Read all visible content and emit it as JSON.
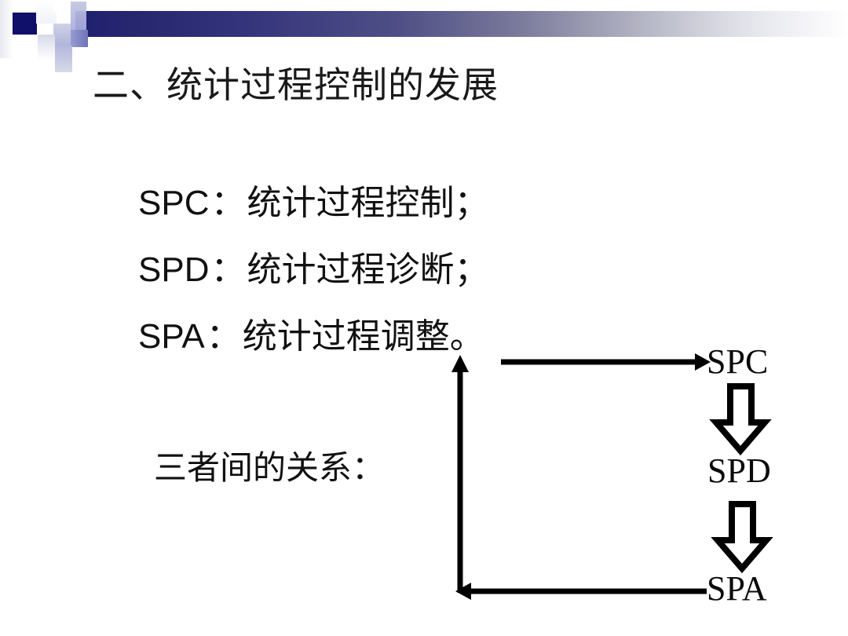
{
  "slide": {
    "title": "二、统计过程控制的发展",
    "background_color": "#ffffff",
    "header": {
      "gradient_from": "#1f1f72",
      "gradient_to": "#ffffff",
      "accent_square_color": "#10106b"
    },
    "definitions": [
      {
        "acronym": "SPC",
        "separator": "：",
        "meaning": "统计过程控制；"
      },
      {
        "acronym": "SPD",
        "separator": "：",
        "meaning": "统计过程诊断；"
      },
      {
        "acronym": "SPA",
        "separator": "：",
        "meaning": "统计过程调整。"
      }
    ],
    "relation_label": "三者间的关系：",
    "diagram": {
      "type": "cycle",
      "stroke_color": "#000000",
      "nodes": [
        {
          "id": "spc",
          "label": "SPC"
        },
        {
          "id": "spd",
          "label": "SPD"
        },
        {
          "id": "spa",
          "label": "SPA"
        }
      ],
      "edges": [
        {
          "from": "start",
          "to": "spc",
          "style": "line-arrow",
          "direction": "right"
        },
        {
          "from": "spc",
          "to": "spd",
          "style": "block-arrow",
          "direction": "down"
        },
        {
          "from": "spd",
          "to": "spa",
          "style": "block-arrow",
          "direction": "down"
        },
        {
          "from": "spa",
          "to": "start",
          "style": "line-arrow",
          "direction": "left"
        },
        {
          "from": "start",
          "to": "top",
          "style": "line-arrow",
          "direction": "up"
        }
      ]
    }
  }
}
